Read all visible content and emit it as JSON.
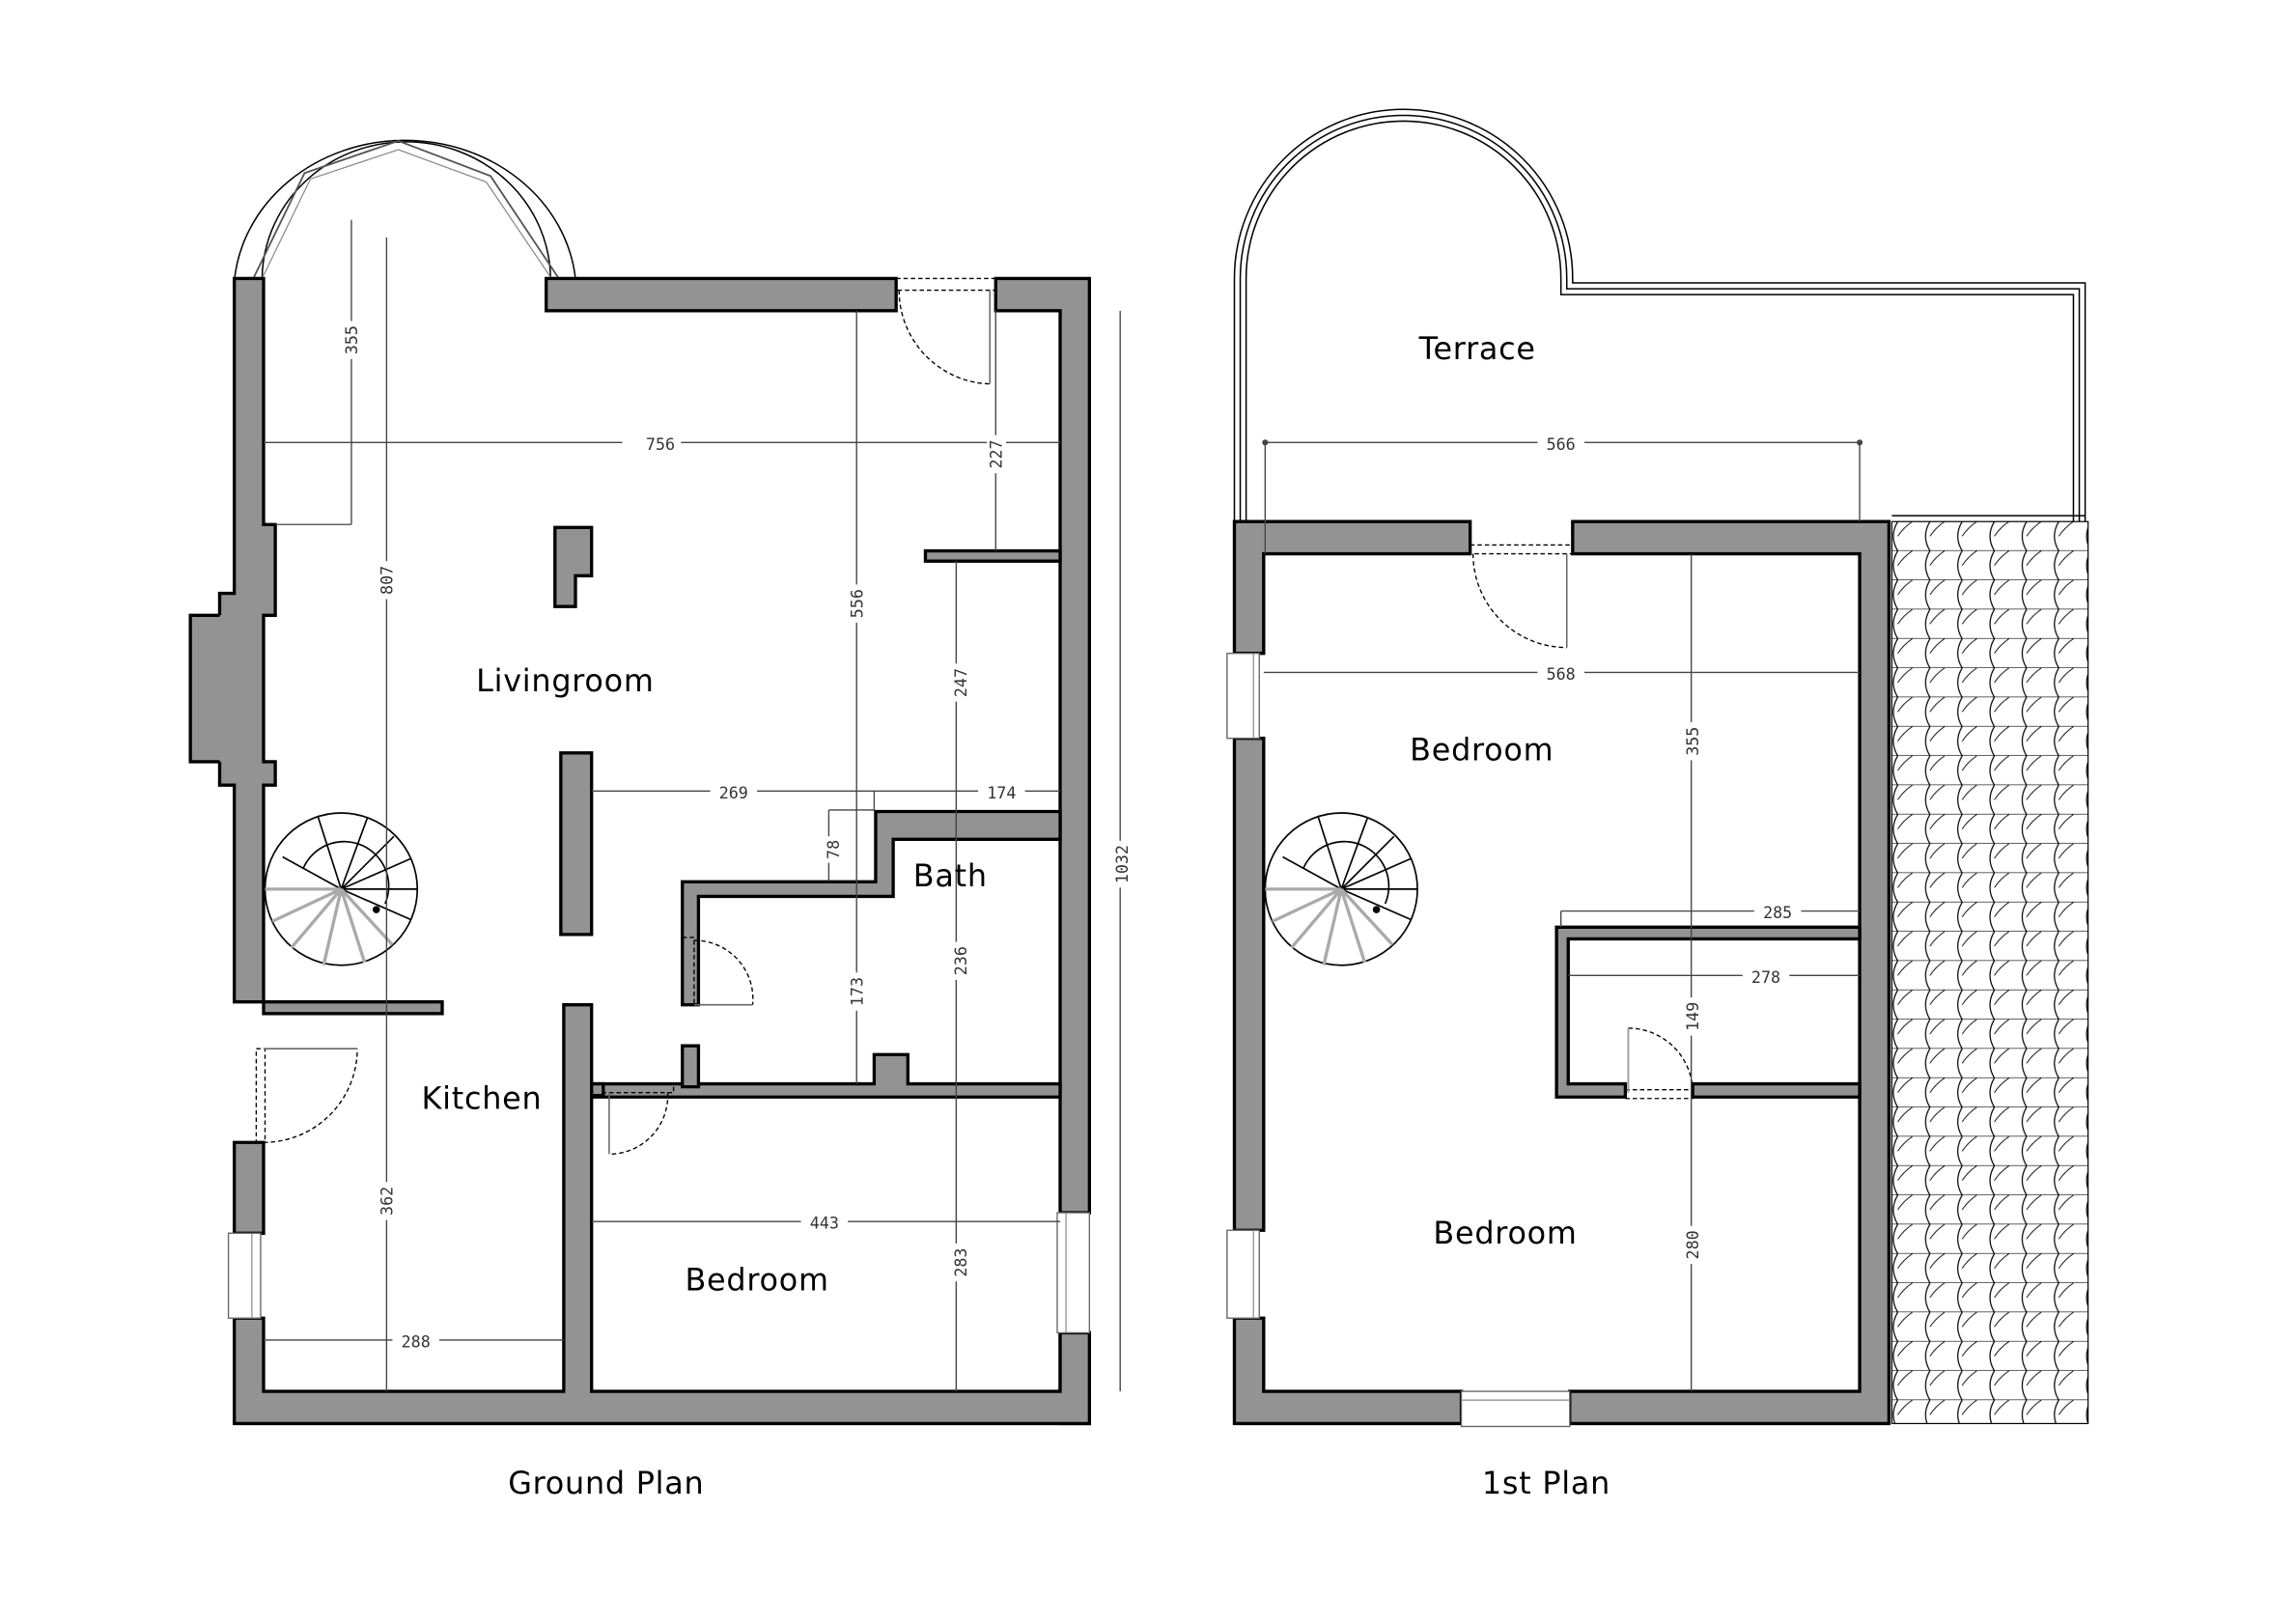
{
  "drawing": {
    "colors": {
      "wall_fill": "#939393",
      "wall_stroke": "#000000",
      "dimension_line": "#444444",
      "background": "#ffffff",
      "stair_lower_treads": "#aaaaaa"
    },
    "ground_plan": {
      "title": "Ground Plan",
      "rooms": {
        "livingroom": "Livingroom",
        "kitchen": "Kitchen",
        "bath": "Bath",
        "bedroom": "Bedroom"
      },
      "dimensions": {
        "bay_depth": "355",
        "total_inner_length": "807",
        "living_width": "756",
        "entry_depth": "227",
        "living_depth_right": "556",
        "hall_depth": "247",
        "living_lower_width": "269",
        "hall_width": "174",
        "bath_step": "78",
        "bath_inner_depth": "173",
        "bath_depth": "236",
        "overall_length": "1032",
        "kitchen_depth": "362",
        "kitchen_width": "288",
        "bedroom_width": "443",
        "bedroom_depth": "283"
      }
    },
    "first_plan": {
      "title": "1st Plan",
      "rooms": {
        "terrace": "Terrace",
        "bedroom_upper": "Bedroom",
        "bedroom_lower": "Bedroom"
      },
      "dimensions": {
        "terrace_width": "566",
        "bedroom_upper_width": "568",
        "bedroom_upper_depth": "355",
        "closet_outer_width": "285",
        "closet_inner_width": "278",
        "closet_depth": "149",
        "bedroom_lower_depth": "280"
      },
      "roof_pattern": "roof-tiles"
    }
  }
}
